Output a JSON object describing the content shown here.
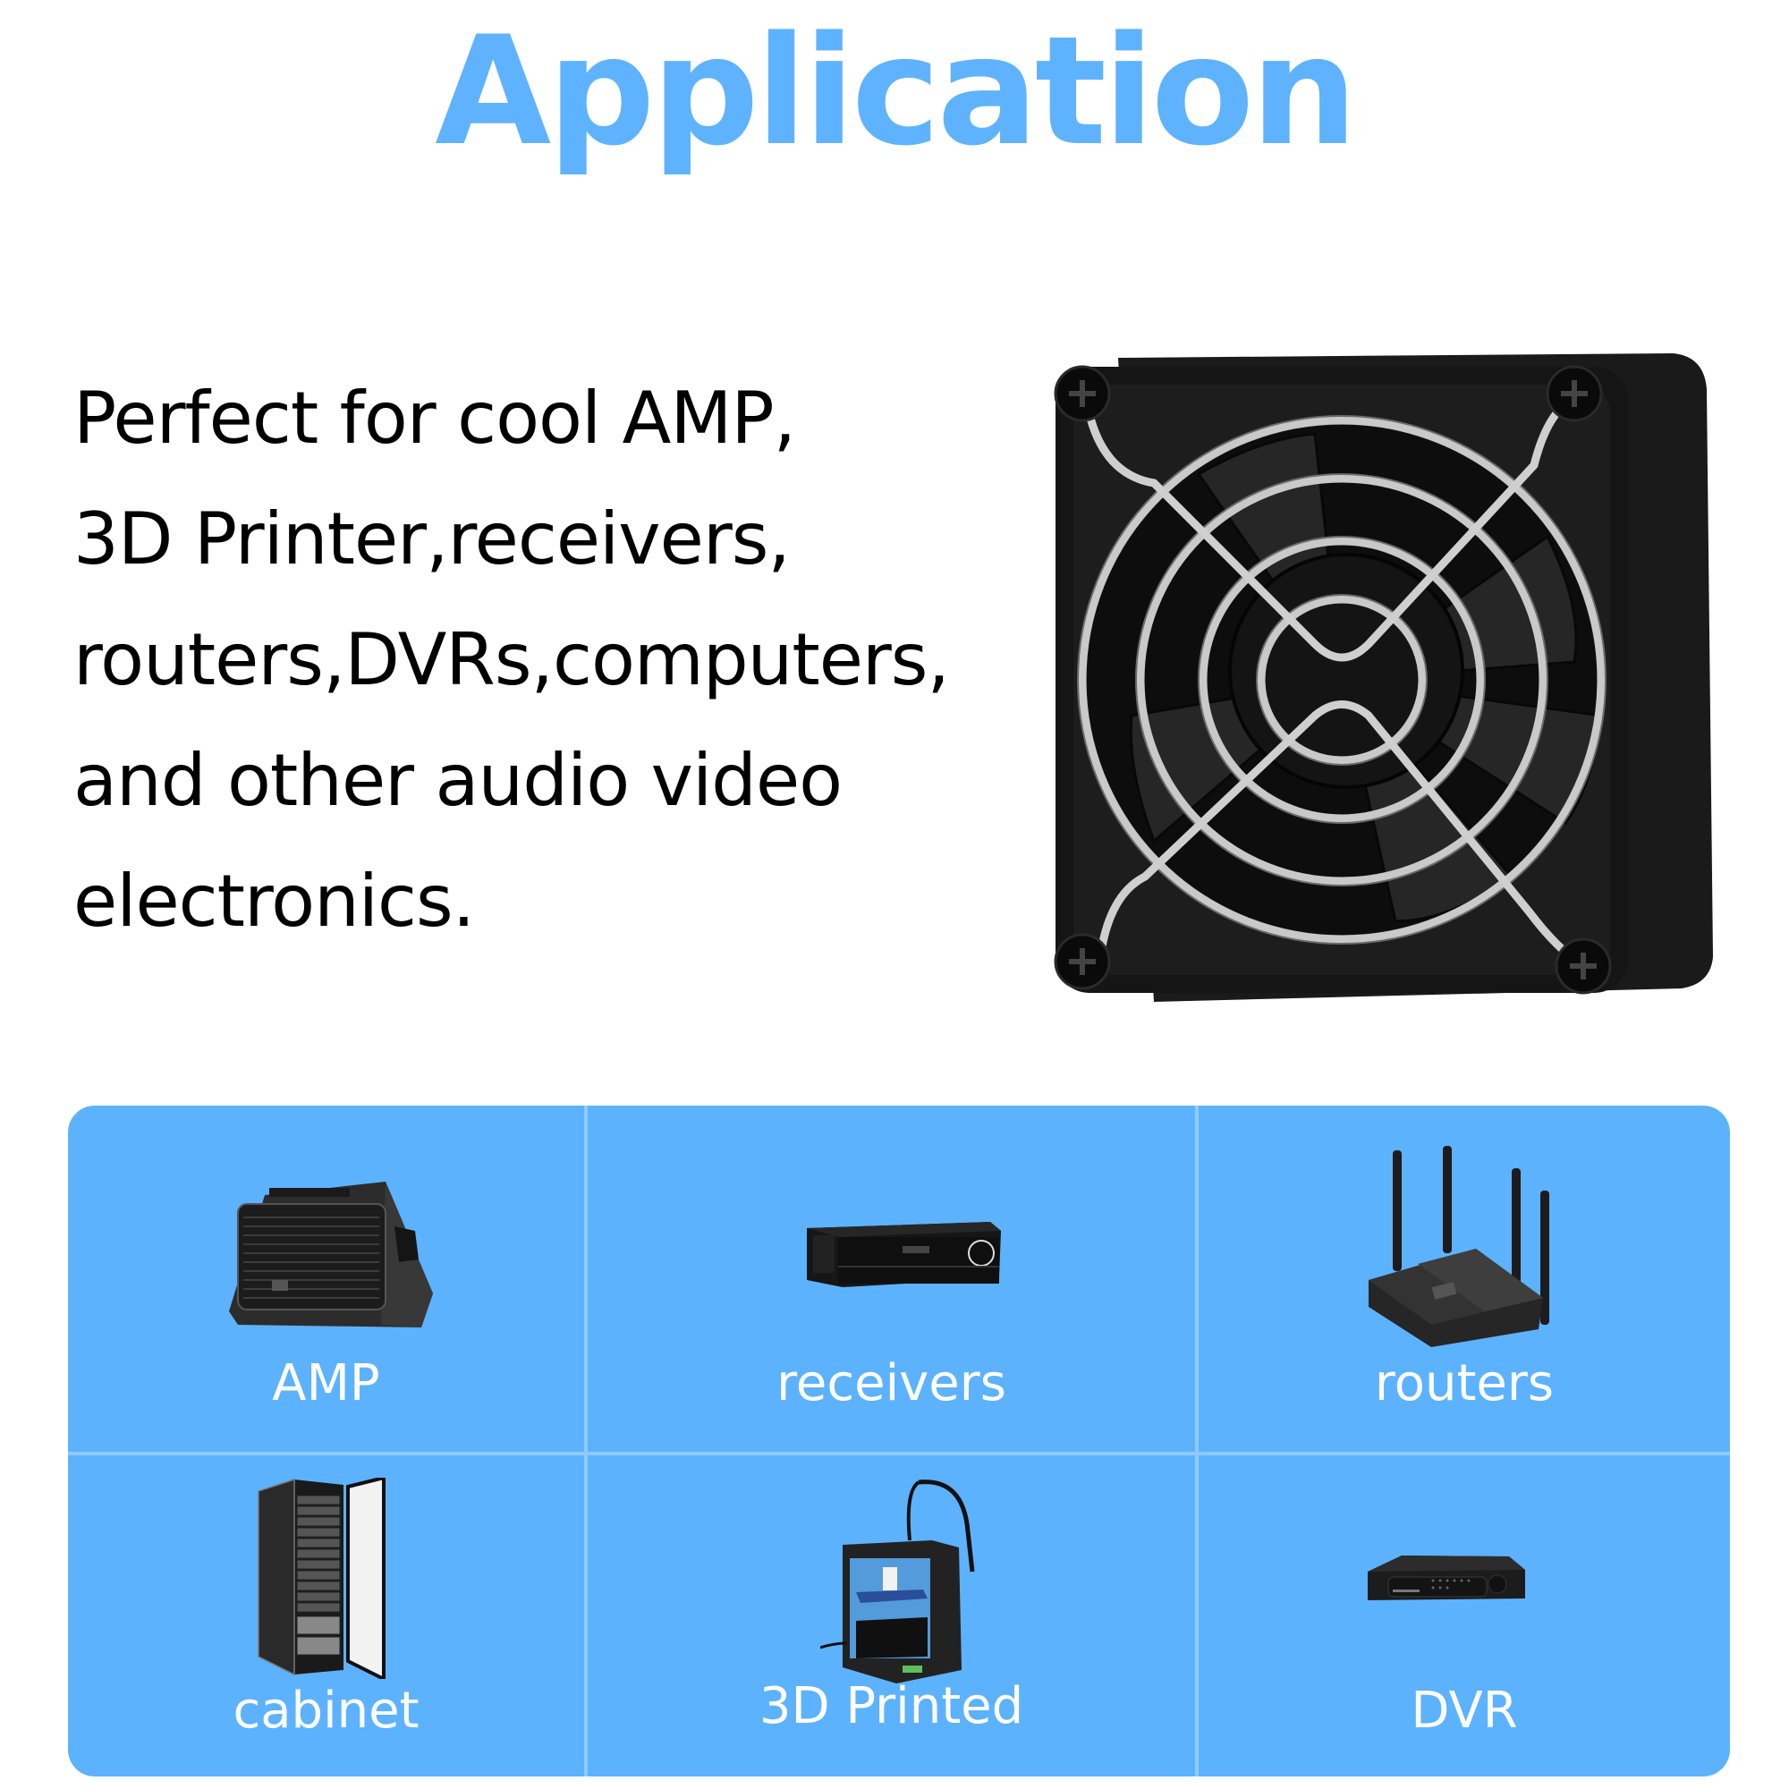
{
  "header": {
    "title": "Application",
    "title_color": "#5FB3FE"
  },
  "description": {
    "lines": [
      "Perfect for cool AMP,",
      "3D Printer,receivers,",
      "routers,DVRs,computers,",
      "and other audio video",
      "electronics."
    ]
  },
  "product": {
    "image": "cooling-fan-with-metal-grill",
    "color": "#111111"
  },
  "panel": {
    "background": "#5DB2FD",
    "divider_color": "#8ECBFF",
    "items": [
      {
        "label": "AMP",
        "icon": "amplifier-speaker-icon"
      },
      {
        "label": "receivers",
        "icon": "av-receiver-icon"
      },
      {
        "label": "routers",
        "icon": "wifi-router-icon"
      },
      {
        "label": "cabinet",
        "icon": "server-cabinet-icon"
      },
      {
        "label": "3D Printed",
        "icon": "3d-printer-icon"
      },
      {
        "label": "DVR",
        "icon": "dvr-recorder-icon"
      }
    ]
  }
}
